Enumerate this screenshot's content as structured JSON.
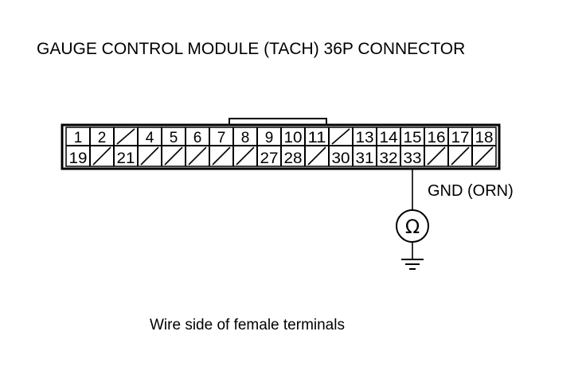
{
  "title": "GAUGE CONTROL MODULE (TACH) 36P CONNECTOR",
  "caption": "Wire side of female terminals",
  "connector": {
    "top_row": [
      "1",
      "2",
      "",
      "4",
      "5",
      "6",
      "7",
      "8",
      "9",
      "10",
      "11",
      "",
      "13",
      "14",
      "15",
      "16",
      "17",
      "18"
    ],
    "bottom_row": [
      "19",
      "",
      "21",
      "",
      "",
      "",
      "",
      "",
      "27",
      "28",
      "",
      "30",
      "31",
      "32",
      "33",
      "",
      "",
      ""
    ]
  },
  "probe": {
    "terminal": "33",
    "wire_label": "GND (ORN)",
    "meter_symbol": "Ω",
    "meter_icon": "ohmmeter-icon",
    "ground_icon": "ground-icon"
  }
}
